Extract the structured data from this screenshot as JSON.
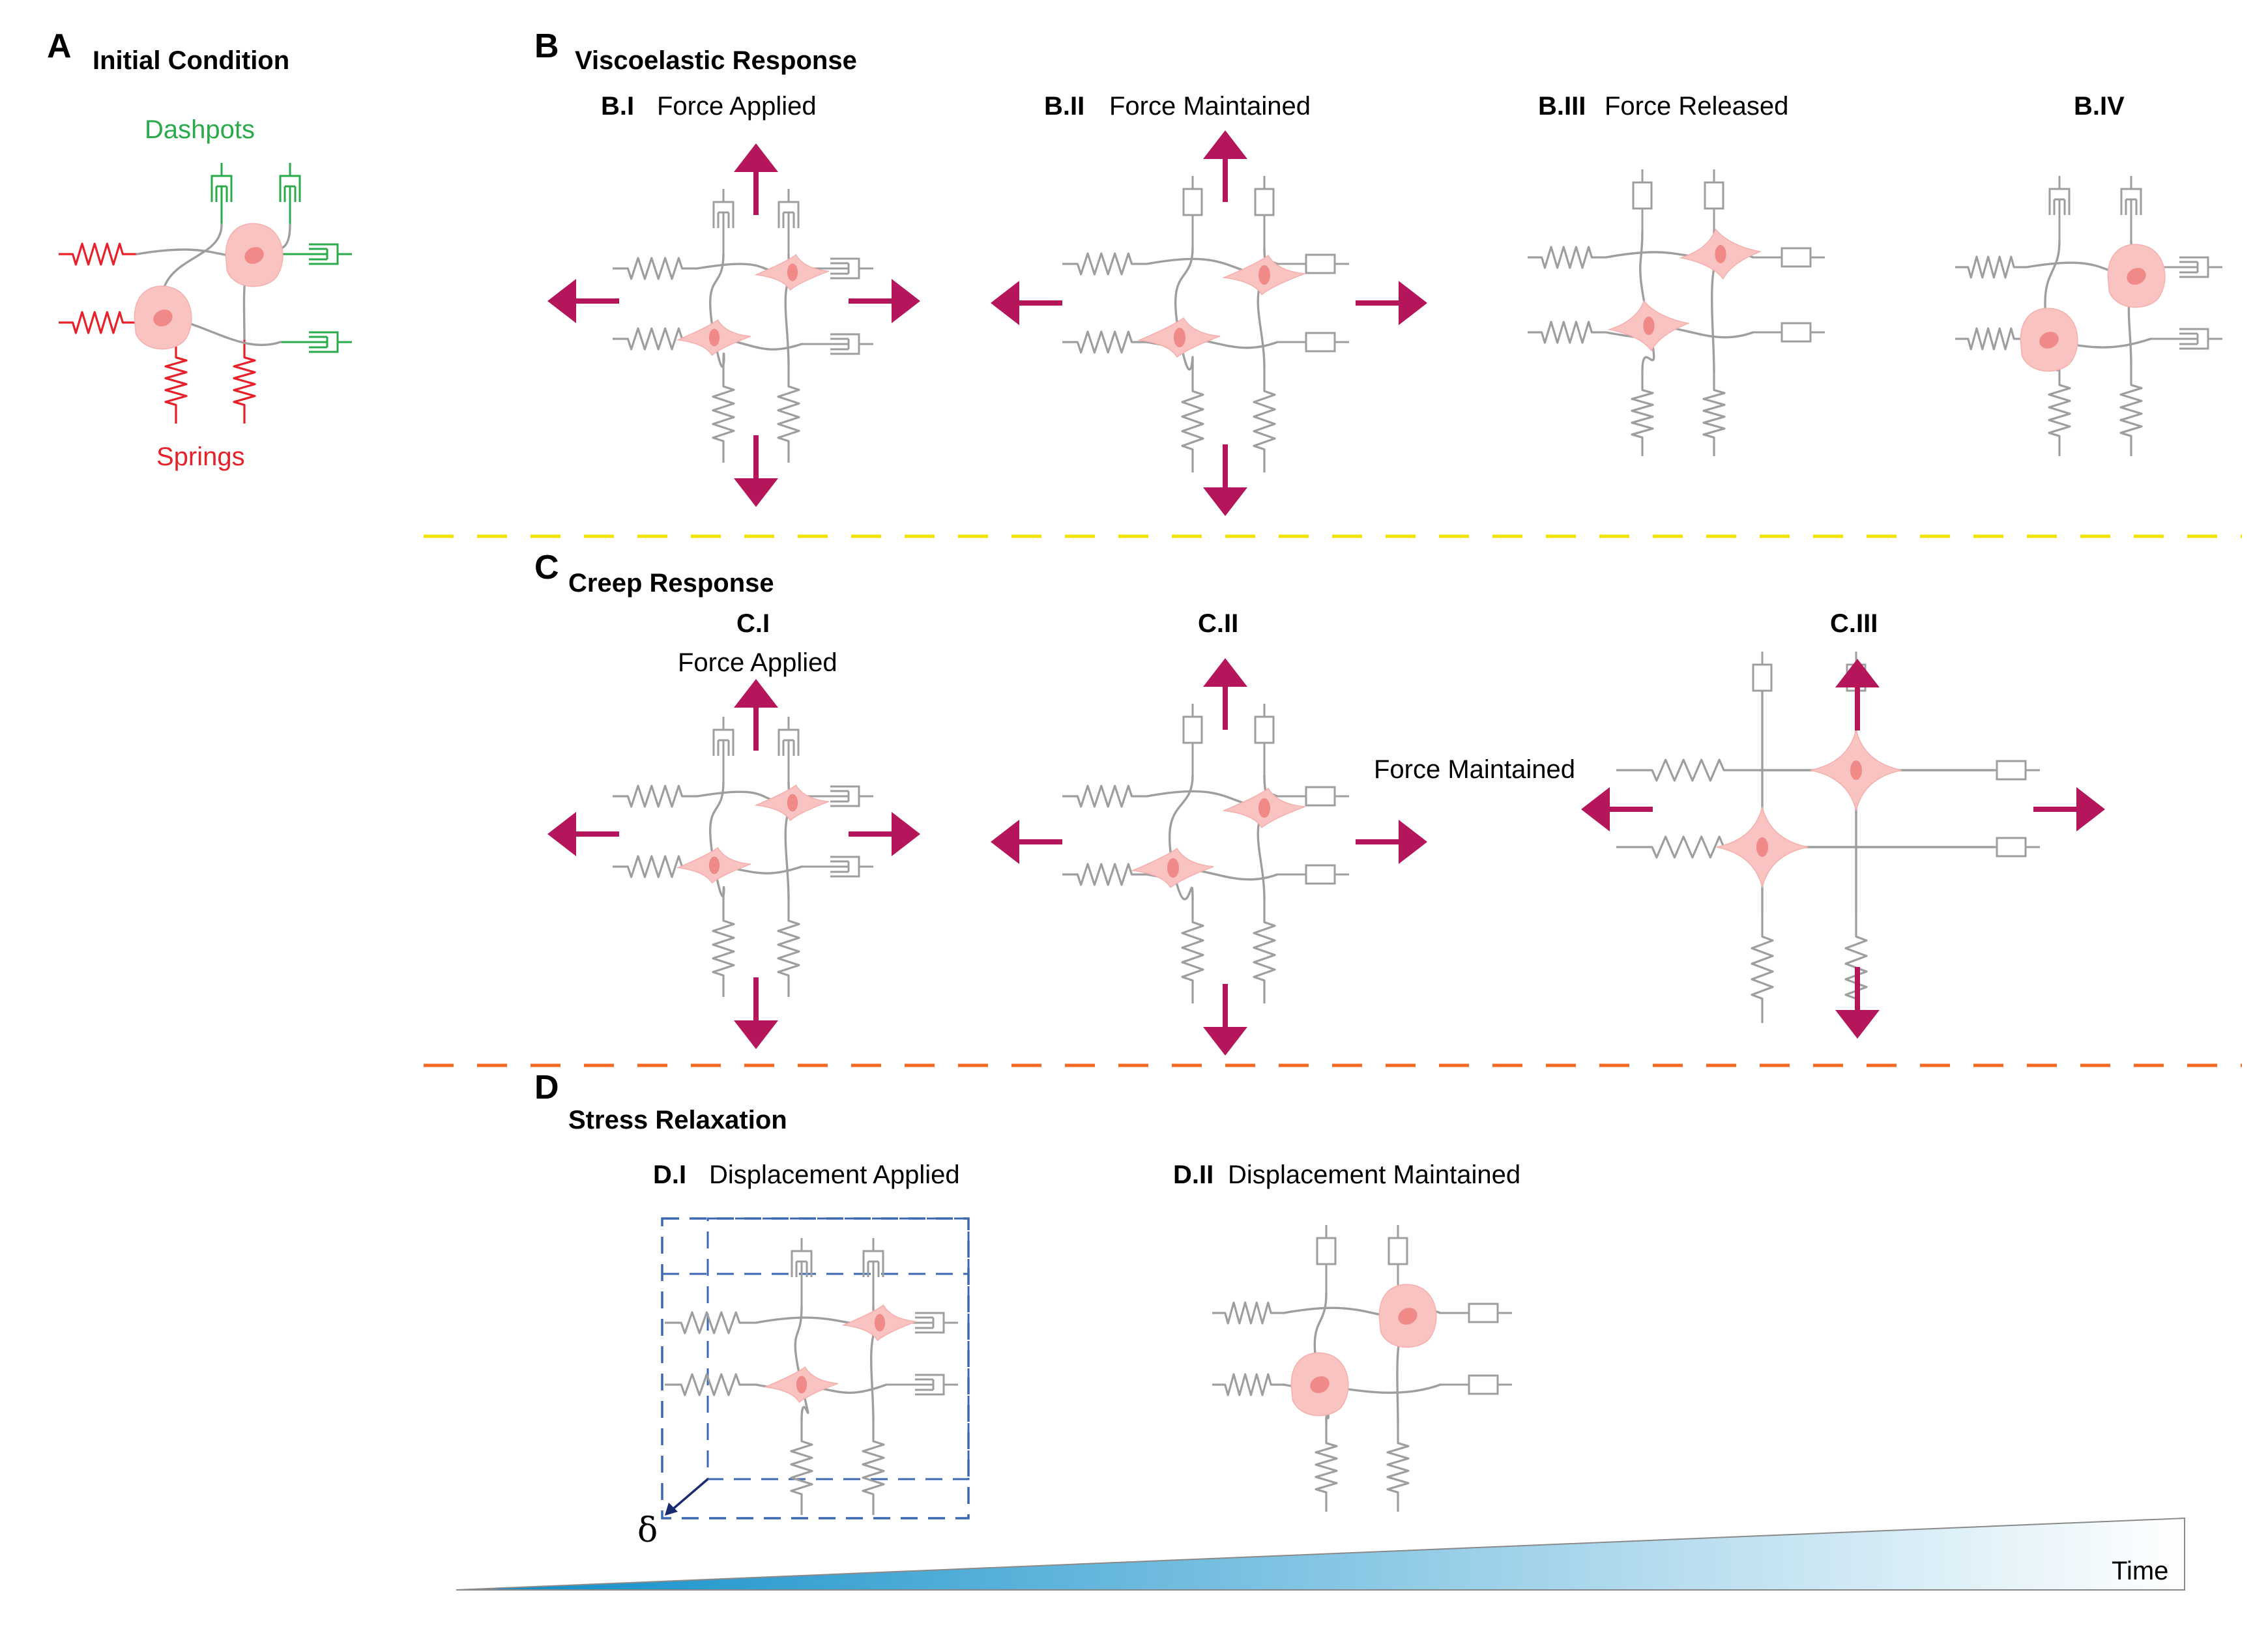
{
  "colors": {
    "arrow": "#b5155b",
    "spring_initial": "#e8202a",
    "dashpot_initial": "#2aaa4a",
    "element": "#9e9e9e",
    "cell_fill": "#f9c3c1",
    "cell_nucleus": "#f08a89",
    "divider_yellow": "#f2e200",
    "divider_orange": "#f26a22",
    "box_blue": "#3d68b0",
    "time_dark": "#0a8cc8",
    "time_light": "#ffffff"
  },
  "panel_a": {
    "letter": "A",
    "title": "Initial Condition",
    "dashpots_label": "Dashpots",
    "springs_label": "Springs"
  },
  "panel_b": {
    "letter": "B",
    "title": "Viscoelastic Response",
    "steps": [
      {
        "id": "B.I",
        "label": "Force Applied"
      },
      {
        "id": "B.II",
        "label": "Force Maintained"
      },
      {
        "id": "B.III",
        "label": "Force Released"
      },
      {
        "id": "B.IV",
        "label": ""
      }
    ]
  },
  "panel_c": {
    "letter": "C",
    "title": "Creep Response",
    "steps": [
      {
        "id": "C.I",
        "label": "Force Applied"
      },
      {
        "id": "C.II",
        "label": ""
      },
      {
        "id": "C.III",
        "label": "Force Maintained"
      }
    ]
  },
  "panel_d": {
    "letter": "D",
    "title": "Stress Relaxation",
    "steps": [
      {
        "id": "D.I",
        "label": "Displacement Applied"
      },
      {
        "id": "D.II",
        "label": "Displacement Maintained"
      }
    ],
    "delta_symbol": "δ"
  },
  "time_label": "Time"
}
